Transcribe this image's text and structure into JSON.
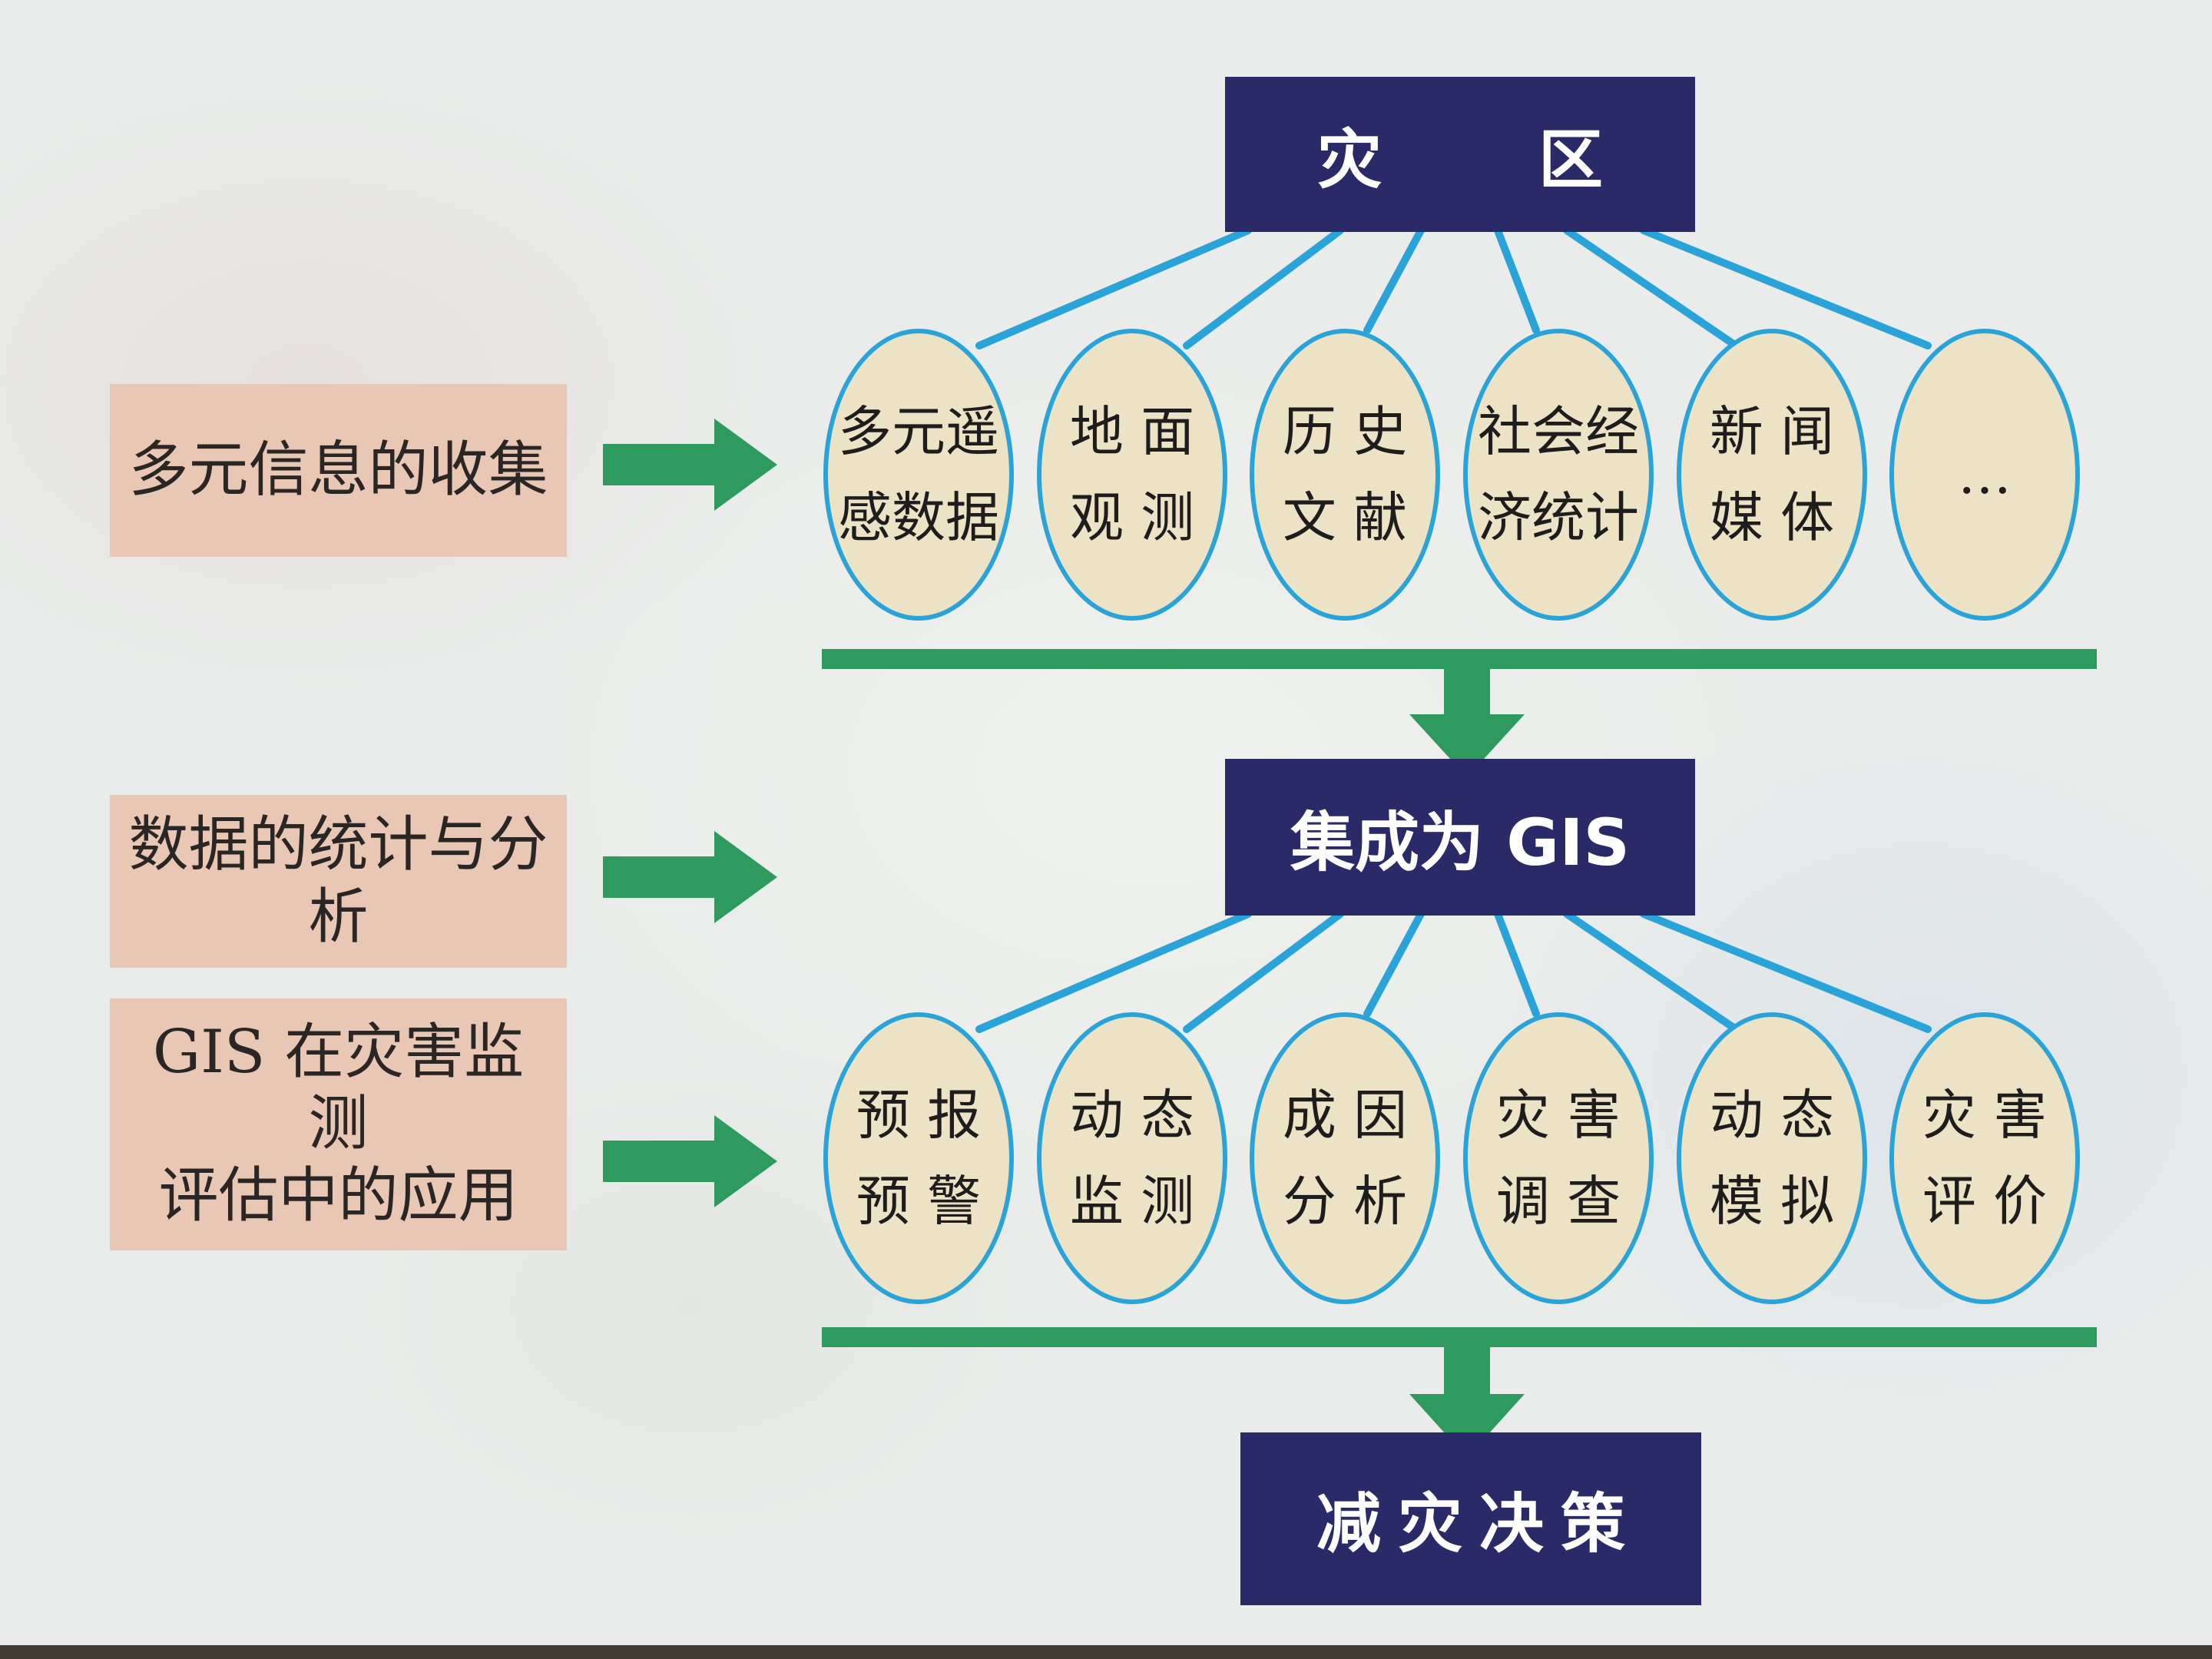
{
  "top_node": "灾　区",
  "middle_node": "集成为 GIS",
  "bottom_node": "减灾决策",
  "left_labels": {
    "collection": "多元信息的收集",
    "statistics": "数据的统计与分析",
    "application_line1": "GIS 在灾害监测",
    "application_line2": "评估中的应用"
  },
  "sources": [
    {
      "line1": "多元遥",
      "line2": "感数据"
    },
    {
      "line1": "地 面",
      "line2": "观 测"
    },
    {
      "line1": "历 史",
      "line2": "文 献"
    },
    {
      "line1": "社会经",
      "line2": "济统计"
    },
    {
      "line1": "新 闻",
      "line2": "媒 体"
    },
    {
      "line1": "…",
      "line2": ""
    }
  ],
  "applications": [
    {
      "line1": "预 报",
      "line2": "预 警"
    },
    {
      "line1": "动 态",
      "line2": "监 测"
    },
    {
      "line1": "成 因",
      "line2": "分 析"
    },
    {
      "line1": "灾 害",
      "line2": "调 查"
    },
    {
      "line1": "动 态",
      "line2": "模 拟"
    },
    {
      "line1": "灾 害",
      "line2": "评 价"
    }
  ],
  "colors": {
    "node_fill": "#2a2a68",
    "label_fill": "#e8c7b5",
    "oval_fill": "#ece2c6",
    "connector": "#2aa3d8",
    "arrow": "#2e9a5e"
  }
}
